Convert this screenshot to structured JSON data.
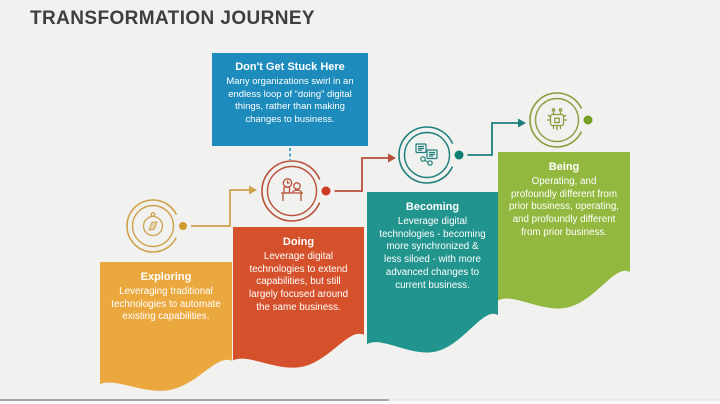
{
  "title": "TRANSFORMATION JOURNEY",
  "title_color": "#3e3e3e",
  "background_color": "#f1f1ef",
  "callout": {
    "title": "Don't Get Stuck Here",
    "body": "Many organizations swirl in an endless loop of “doing” digital things, rather than making changes to business.",
    "color": "#1d8cbc"
  },
  "stages": [
    {
      "title": "Exploring",
      "body": "Leveraging traditional technologies to automate existing capabilities.",
      "color": "#eaa83e",
      "ring_color": "#cfa14a",
      "dot_color": "#cf9a2f",
      "icon": "compass-icon"
    },
    {
      "title": "Doing",
      "body": "Leverage digital technologies to extend capabilities, but still largely focused around the same business.",
      "color": "#d4512b",
      "ring_color": "#b8503a",
      "dot_color": "#cc3a21",
      "icon": "person-at-desk-icon"
    },
    {
      "title": "Becoming",
      "body": "Leverage digital technologies - becoming more synchronized & less siloed - with more advanced changes to current business.",
      "color": "#21948e",
      "ring_color": "#1f7f7c",
      "dot_color": "#0e7d74",
      "icon": "synced-documents-icon"
    },
    {
      "title": "Being",
      "body": "Operating, and profoundly different from prior business, operating, and profoundly different from prior business.",
      "color": "#93b83f",
      "ring_color": "#8a9d3e",
      "dot_color": "#76a023",
      "icon": "robot-icon"
    }
  ]
}
